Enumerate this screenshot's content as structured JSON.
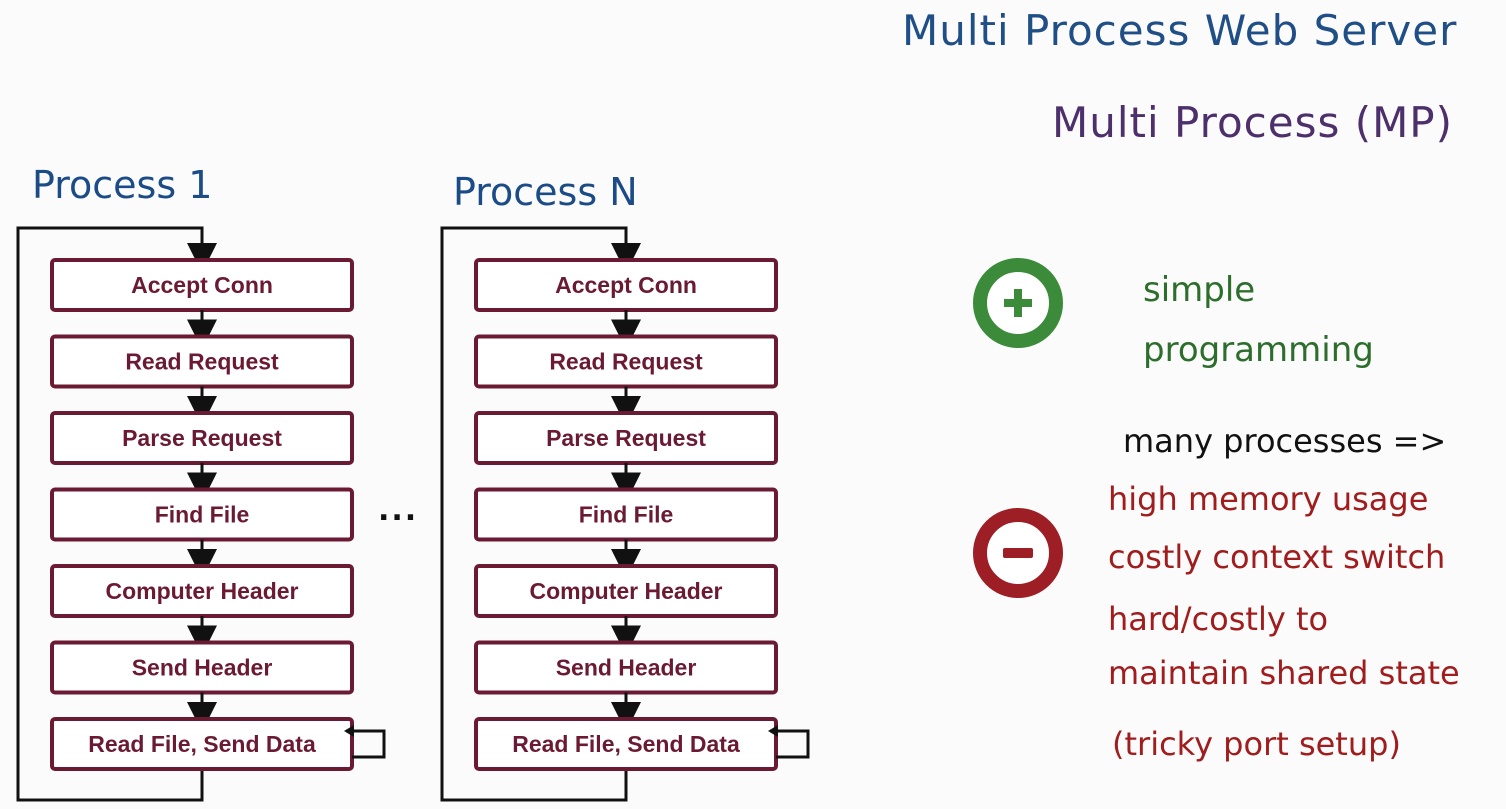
{
  "title": "Multi Process Web Server",
  "subtitle": "Multi Process (MP)",
  "processes": [
    {
      "label": "Process 1"
    },
    {
      "label": "Process N"
    }
  ],
  "steps": [
    "Accept Conn",
    "Read Request",
    "Parse Request",
    "Find File",
    "Computer Header",
    "Send Header",
    "Read File, Send Data"
  ],
  "ellipsis": "...",
  "pros": {
    "icon": "plus-icon",
    "lines": [
      "simple",
      "programming"
    ]
  },
  "cons_intro": "many processes =>",
  "cons": {
    "icon": "minus-icon",
    "lines": [
      "high memory usage",
      "costly context switch",
      "hard/costly to",
      "maintain shared state",
      "(tricky port setup)"
    ]
  },
  "colors": {
    "step_border": "#6b1a33",
    "arrow": "#111111",
    "pro": "#3b8b3a",
    "con": "#9d1e25",
    "title": "#1f4f86"
  }
}
